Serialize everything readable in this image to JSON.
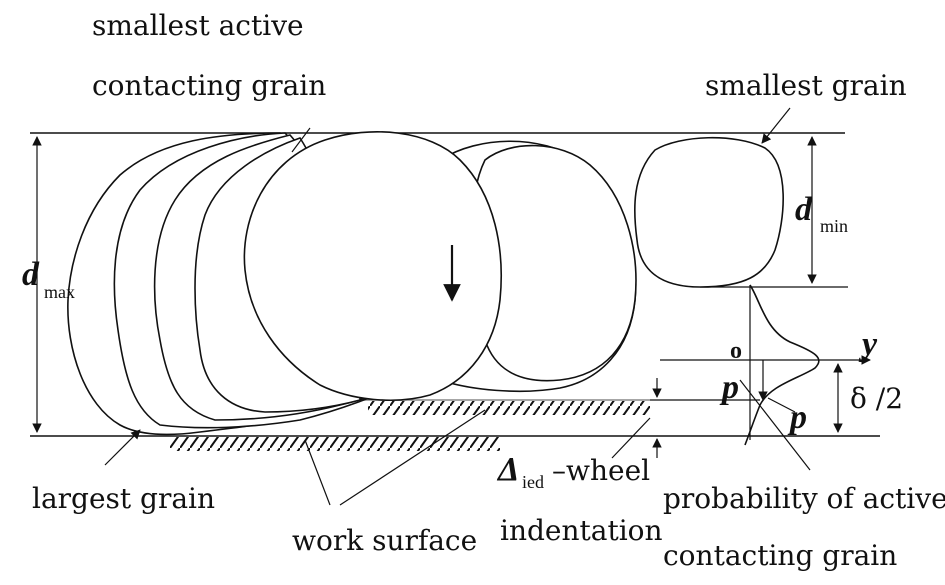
{
  "labels": {
    "smallest_active_1": "smallest active",
    "smallest_active_2": "contacting grain",
    "smallest_grain": "smallest grain",
    "d_max_sym": "d",
    "d_max_sub": "max",
    "d_min_sym": "d",
    "d_min_sub": "min",
    "largest_grain": "largest grain",
    "work_surface": "work surface",
    "delta_sym": "Δ",
    "delta_sub": "ied",
    "delta_text": "–wheel",
    "indentation": "indentation",
    "probability_1": "probability of active",
    "probability_2": "contacting grain",
    "origin": "o",
    "y_axis": "y",
    "p_left": "p",
    "p_right": "p",
    "half_delta": "δ /2"
  }
}
